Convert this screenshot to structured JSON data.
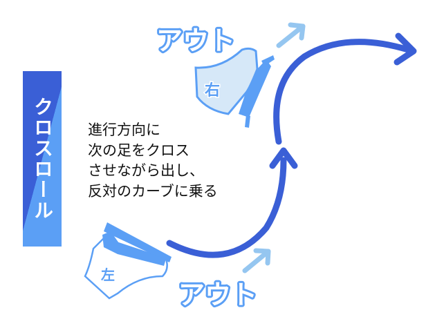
{
  "title": "クロスロール",
  "description": [
    "進行方向に",
    "次の足をクロス",
    "させながら出し、",
    "反対のカーブに乗る"
  ],
  "labels": {
    "out_top": "アウト",
    "out_bottom": "アウト",
    "right_skate": "右",
    "left_skate": "左"
  },
  "colors": {
    "dark_blue": "#3a5fd6",
    "mid_blue": "#5b9ff5",
    "light_blue": "#95c6f0",
    "boot_fill": "#d6e8f8"
  }
}
